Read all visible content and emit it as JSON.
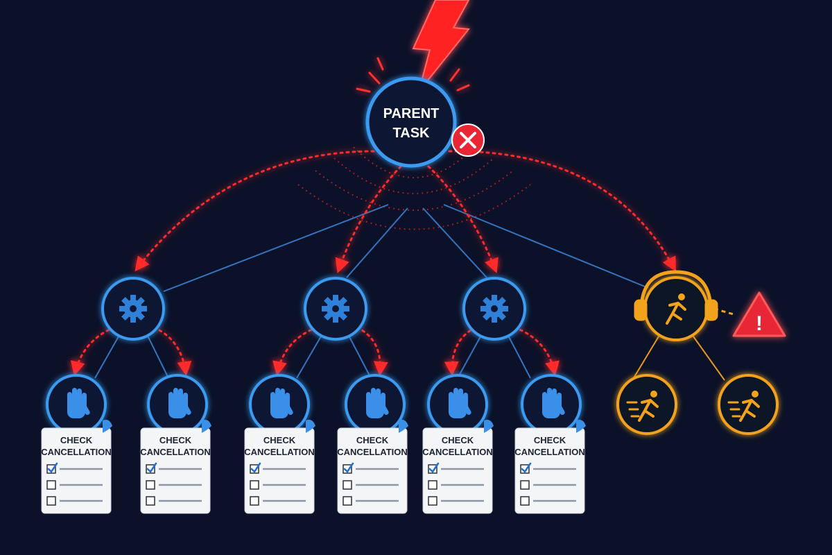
{
  "parent": {
    "line1": "PARENT",
    "line2": "TASK"
  },
  "cancel_badge_icon": "close-icon",
  "warning_badge_icon": "warning-triangle-icon",
  "warning_glyph": "!",
  "worker_icon": "gear-icon",
  "child_icon": "hand-stop-icon",
  "rogue_icon": "running-person-icon",
  "rogue_accessory_icon": "headphones-icon",
  "card": {
    "line1": "CHECK",
    "line2": "CANCELLATION",
    "checklist": [
      true,
      false,
      false
    ]
  },
  "colors": {
    "background": "#0a1128",
    "node_blue": "#3a9bf0",
    "signal_red": "#ff2a2a",
    "rogue_orange": "#f2a21b",
    "card_bg": "#f4f5f7"
  }
}
